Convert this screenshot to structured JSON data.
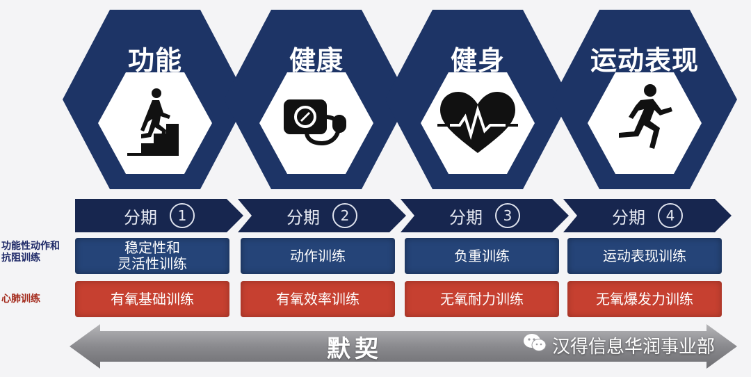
{
  "columns": [
    {
      "title": "功能",
      "icon": "stairs-climber-icon",
      "phase_label": "分期",
      "phase_number": "1",
      "blue_label": "稳定性和\n灵活性训练",
      "red_label": "有氧基础训练"
    },
    {
      "title": "健康",
      "icon": "blood-pressure-monitor-icon",
      "phase_label": "分期",
      "phase_number": "2",
      "blue_label": "动作训练",
      "red_label": "有氧效率训练"
    },
    {
      "title": "健身",
      "icon": "heart-pulse-icon",
      "phase_label": "分期",
      "phase_number": "3",
      "blue_label": "负重训练",
      "red_label": "无氧耐力训练"
    },
    {
      "title": "运动表现",
      "icon": "running-person-icon",
      "phase_label": "分期",
      "phase_number": "4",
      "blue_label": "运动表现训练",
      "red_label": "无氧爆发力训练"
    }
  ],
  "row_labels": {
    "blue": "功能性动作和\n抗阻训练",
    "red": "心肺训练"
  },
  "footer_arrow": "默契",
  "watermark": "汉得信息华润事业部",
  "colors": {
    "navy": "#1b2d5b",
    "hex_blue": "#213a6c",
    "phase_navy": "#17264f",
    "box_blue": "#254478",
    "box_red": "#c64030",
    "arrow_grey": "#8c8c90"
  }
}
